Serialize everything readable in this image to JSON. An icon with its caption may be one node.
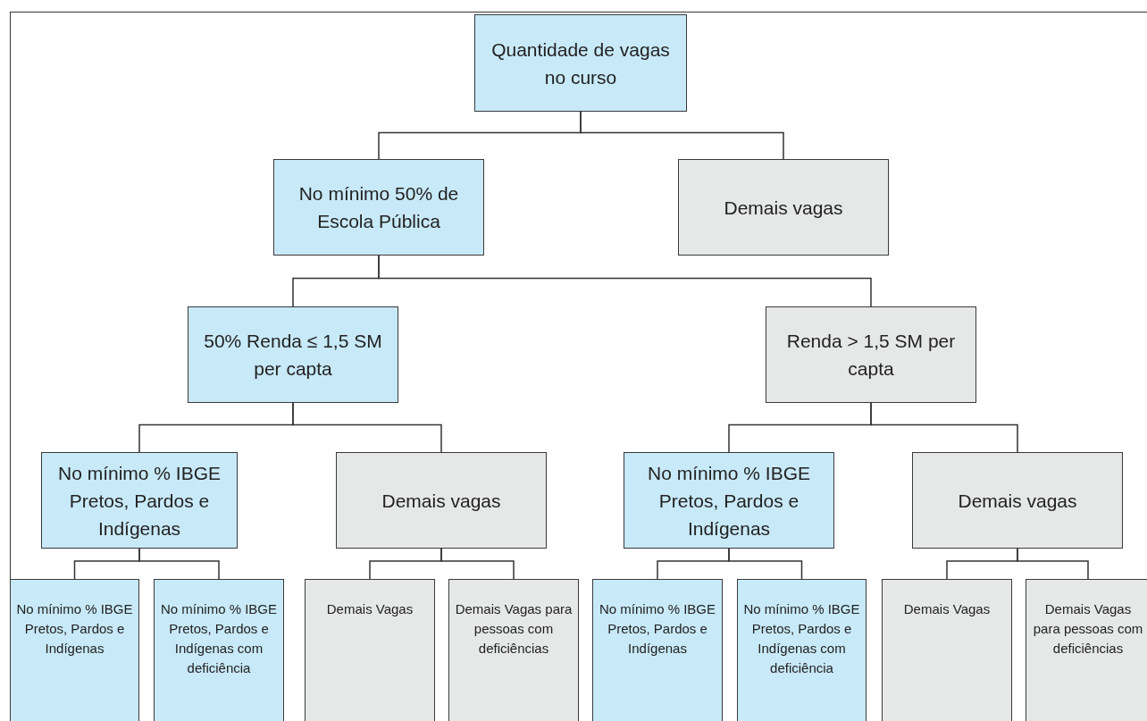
{
  "diagram": {
    "nodes": [
      {
        "text": [
          "Quantidade de vagas no curso"
        ]
      },
      {
        "text": [
          "No mínimo 50% de Escola Pública"
        ]
      },
      {
        "text": [
          "Demais vagas"
        ]
      },
      {
        "text": [
          "50% Renda ≤ 1,5 SM per capta"
        ]
      },
      {
        "text": [
          "Renda > 1,5 SM per capta"
        ]
      },
      {
        "text": [
          "No mínimo % IBGE Pretos, Pardos e Indígenas"
        ]
      },
      {
        "text": [
          "Demais vagas"
        ]
      },
      {
        "text": [
          "No mínimo % IBGE Pretos, Pardos e Indígenas"
        ]
      },
      {
        "text": [
          "Demais vagas"
        ]
      },
      {
        "text": [
          "No mínimo % IBGE Pretos, Pardos e Indígenas"
        ]
      },
      {
        "text": [
          "No mínimo % IBGE Pretos, Pardos e Indígenas com deficiência"
        ]
      },
      {
        "text": [
          "Demais Vagas"
        ]
      },
      {
        "text": [
          "Demais Vagas para pessoas com deficiências"
        ]
      },
      {
        "text": [
          "No mínimo % IBGE Pretos, Pardos e Indígenas"
        ]
      },
      {
        "text": [
          "No mínimo % IBGE Pretos, Pardos e Indígenas com deficiência"
        ]
      },
      {
        "text": [
          "Demais Vagas"
        ]
      },
      {
        "text": [
          "Demais Vagas para pessoas com deficiências"
        ]
      }
    ],
    "edges": [
      {
        "from": 0,
        "to": 1,
        "arrow": "none"
      },
      {
        "from": 0,
        "to": 2,
        "arrow": "none"
      },
      {
        "from": 1,
        "to": 3,
        "arrow": "none"
      },
      {
        "from": 1,
        "to": 4,
        "arrow": "none"
      },
      {
        "from": 3,
        "to": 5,
        "arrow": "none"
      },
      {
        "from": 3,
        "to": 6,
        "arrow": "none"
      },
      {
        "from": 4,
        "to": 7,
        "arrow": "none"
      },
      {
        "from": 4,
        "to": 8,
        "arrow": "none"
      },
      {
        "from": 5,
        "to": 9,
        "arrow": "none"
      },
      {
        "from": 5,
        "to": 10,
        "arrow": "none"
      },
      {
        "from": 6,
        "to": 11,
        "arrow": "none"
      },
      {
        "from": 6,
        "to": 12,
        "arrow": "none"
      },
      {
        "from": 7,
        "to": 13,
        "arrow": "none"
      },
      {
        "from": 7,
        "to": 14,
        "arrow": "none"
      },
      {
        "from": 8,
        "to": 15,
        "arrow": "none"
      },
      {
        "from": 8,
        "to": 16,
        "arrow": "none"
      }
    ]
  }
}
